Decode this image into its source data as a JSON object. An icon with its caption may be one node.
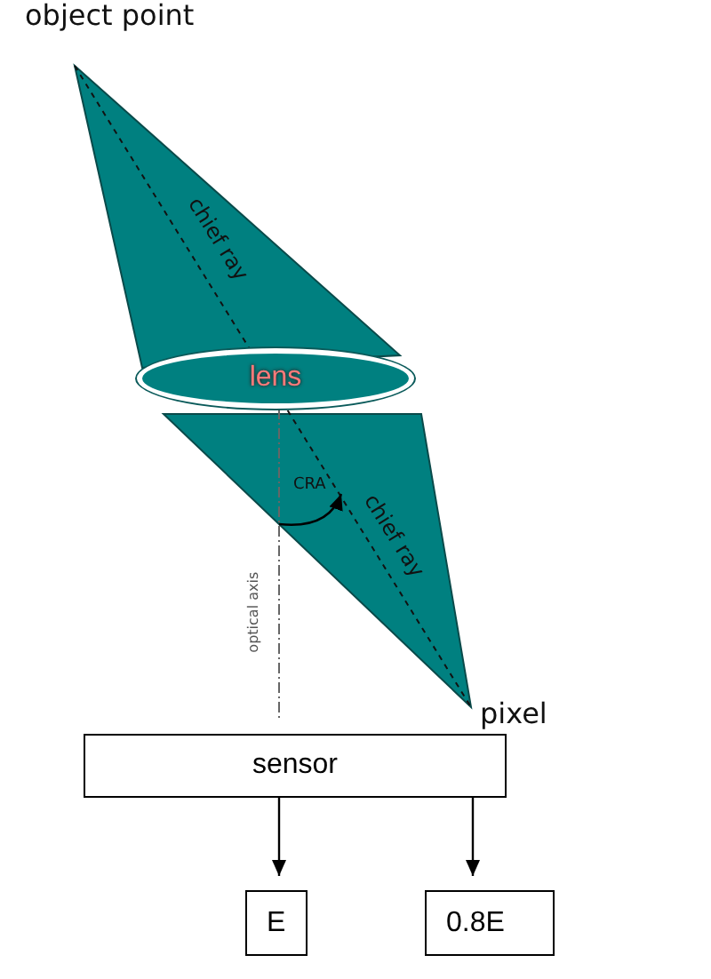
{
  "diagram": {
    "nodes": [
      {
        "text": [
          "lens"
        ]
      },
      {
        "text": [
          "sensor"
        ]
      },
      {
        "text": [
          "E"
        ]
      },
      {
        "text": [
          "0.8E"
        ]
      }
    ],
    "edges": [
      {
        "from": 1,
        "to": 2,
        "arrow": "to"
      },
      {
        "from": 1,
        "to": 3,
        "arrow": "to"
      }
    ],
    "labels": [
      "object point",
      "chief ray",
      "CRA",
      "chief ray",
      "optical axis",
      "pixel"
    ]
  }
}
